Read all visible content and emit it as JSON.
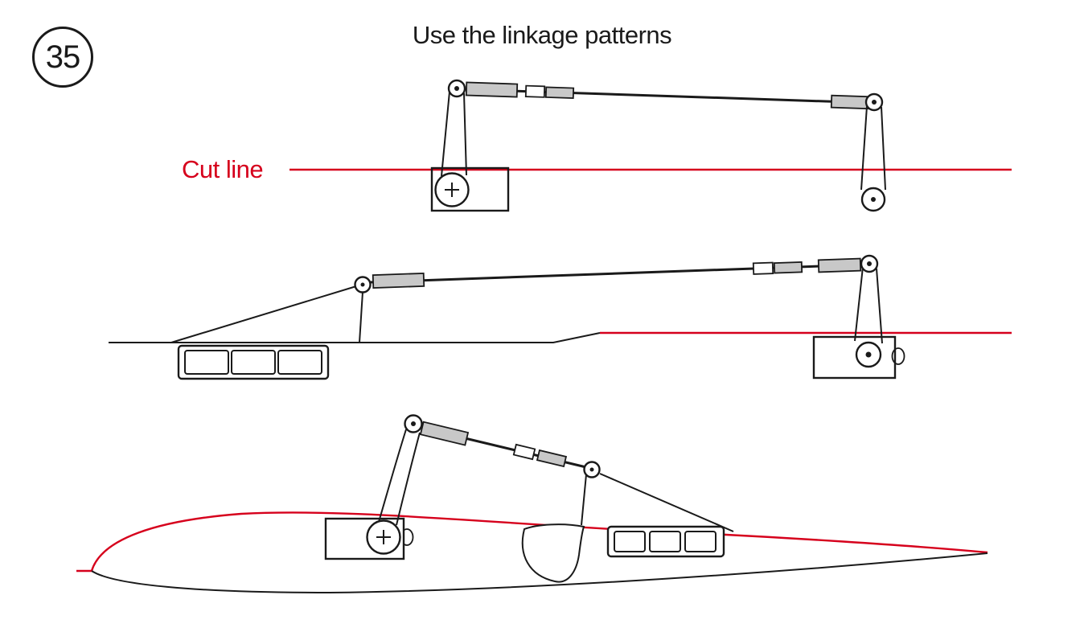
{
  "colors": {
    "ink": "#1a1a1a",
    "cut": "#d6001c",
    "metal": "#c8c8c8",
    "paper": "#ffffff"
  },
  "step_badge": {
    "number": "35"
  },
  "header": {
    "title": "Use the linkage patterns"
  },
  "annotations": {
    "cut_line_label": "Cut line"
  },
  "diagrams": {
    "top": "pushrod-linkage-plan-view",
    "middle": "pushrod-linkage-side-view",
    "bottom": "wing-section-linkage-side-view"
  }
}
